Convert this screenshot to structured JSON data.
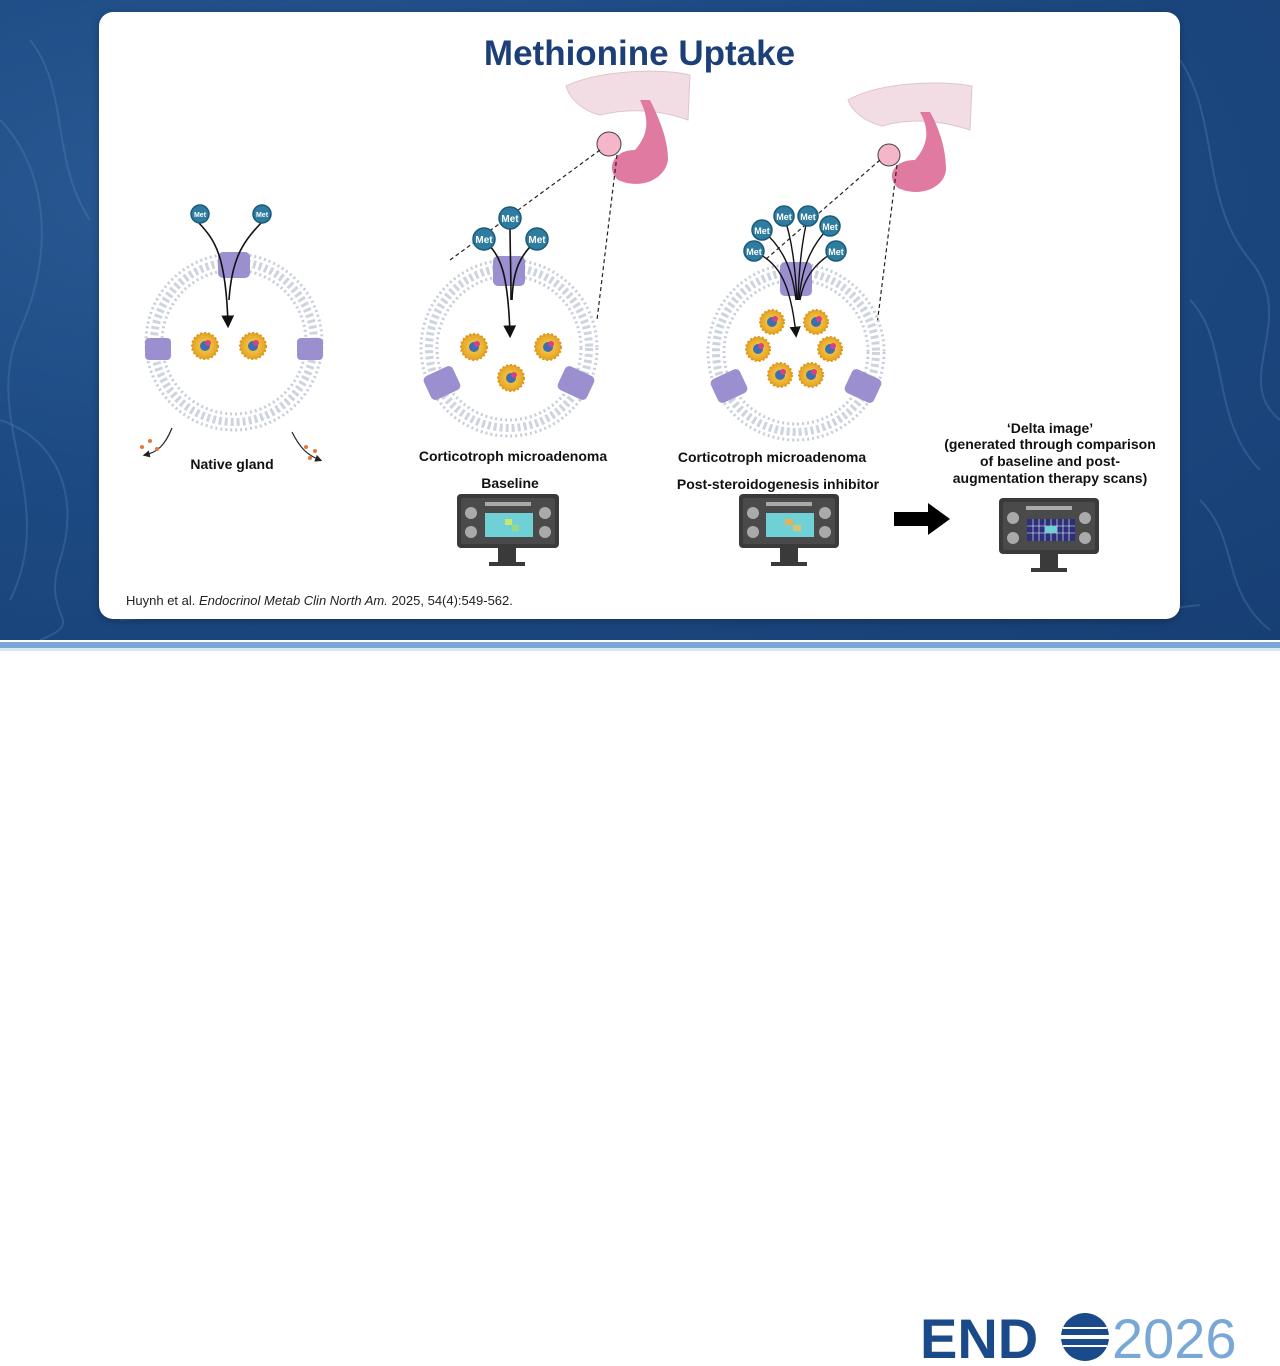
{
  "title": "Methionine Uptake",
  "met_label": "Met",
  "panels": {
    "native": {
      "label": "Native gland"
    },
    "baseline": {
      "label_line1": "Corticotroph microadenoma",
      "label_line2": "Baseline"
    },
    "post": {
      "label_line1": "Corticotroph microadenoma",
      "label_line2": "Post-steroidogenesis inhibitor"
    },
    "delta": {
      "label_lines": [
        "‘Delta image’",
        "(generated through comparison",
        "of baseline and post-",
        "augmentation therapy scans)"
      ]
    }
  },
  "citation": {
    "authors": "Huynh et al. ",
    "journal": "Endocrinol Metab Clin North Am.",
    "details": " 2025, 54(4):549-562."
  },
  "logo": {
    "brand": "END",
    "year": "2026"
  },
  "colors": {
    "title": "#1b3f76",
    "met": "#2e7da0",
    "transporter": "#9b8fcf",
    "pituitary": "#e07aa0",
    "background": "#1d4a83",
    "logo_blue": "#1b4a8a",
    "logo_light": "#7aa8d6"
  },
  "icons": [
    "arrow-right-icon",
    "monitor-icon",
    "pituitary-gland-icon",
    "cell-membrane-icon",
    "methionine-molecule-icon"
  ]
}
